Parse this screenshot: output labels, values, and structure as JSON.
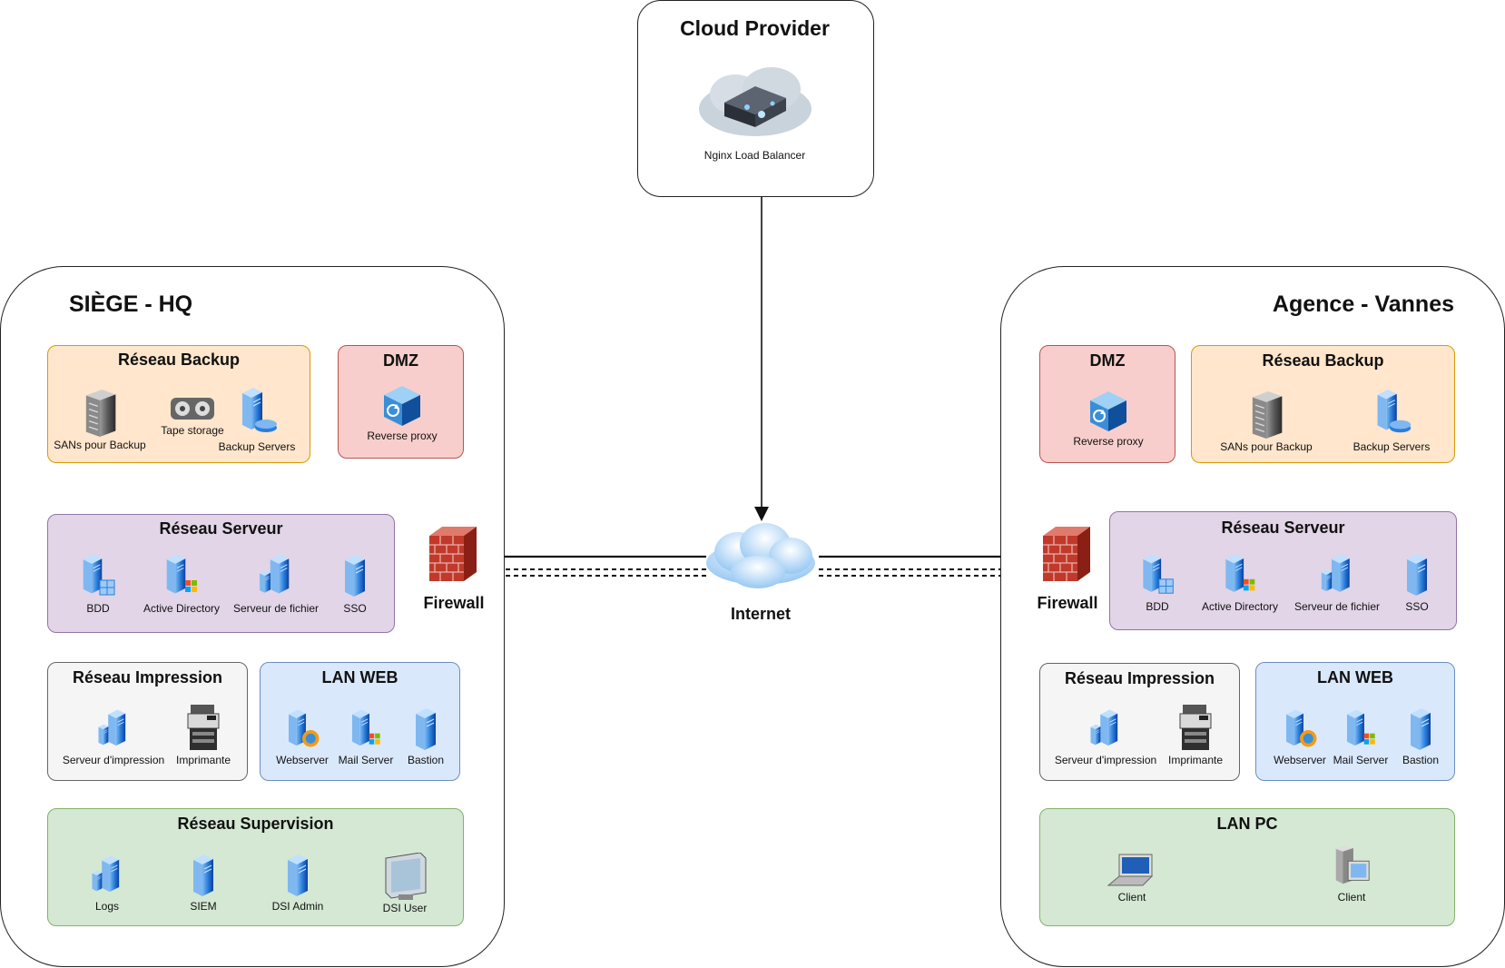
{
  "cloud_provider": {
    "title": "Cloud Provider",
    "node_label": "Nginx Load Balancer"
  },
  "internet": {
    "label": "Internet"
  },
  "hq": {
    "title": "SIÈGE - HQ",
    "firewall_label": "Firewall",
    "backup": {
      "title": "Réseau Backup",
      "nodes": [
        "SANs pour Backup",
        "Tape storage",
        "Backup Servers"
      ]
    },
    "dmz": {
      "title": "DMZ",
      "nodes": [
        "Reverse proxy"
      ]
    },
    "server": {
      "title": "Réseau Serveur",
      "nodes": [
        "BDD",
        "Active Directory",
        "Serveur de fichier",
        "SSO"
      ]
    },
    "print": {
      "title": "Réseau Impression",
      "nodes": [
        "Serveur d'impression",
        "Imprimante"
      ]
    },
    "web": {
      "title": "LAN WEB",
      "nodes": [
        "Webserver",
        "Mail Server",
        "Bastion"
      ]
    },
    "supervision": {
      "title": "Réseau Supervision",
      "nodes": [
        "Logs",
        "SIEM",
        "DSI Admin",
        "DSI User"
      ]
    }
  },
  "vannes": {
    "title": "Agence - Vannes",
    "firewall_label": "Firewall",
    "dmz": {
      "title": "DMZ",
      "nodes": [
        "Reverse proxy"
      ]
    },
    "backup": {
      "title": "Réseau Backup",
      "nodes": [
        "SANs pour Backup",
        "Backup Servers"
      ]
    },
    "server": {
      "title": "Réseau Serveur",
      "nodes": [
        "BDD",
        "Active Directory",
        "Serveur de fichier",
        "SSO"
      ]
    },
    "print": {
      "title": "Réseau Impression",
      "nodes": [
        "Serveur d'impression",
        "Imprimante"
      ]
    },
    "web": {
      "title": "LAN WEB",
      "nodes": [
        "Webserver",
        "Mail Server",
        "Bastion"
      ]
    },
    "lanpc": {
      "title": "LAN PC",
      "nodes": [
        "Client",
        "Client"
      ]
    }
  },
  "colors": {
    "backup_fill": "#ffe6cc",
    "dmz_fill": "#f8cecc",
    "server_fill": "#e1d5e7",
    "print_fill": "#f5f5f5",
    "web_fill": "#dae8fc",
    "green_fill": "#d5e8d4",
    "server_icon": "#1f6fd6",
    "firewall": "#b22222"
  }
}
